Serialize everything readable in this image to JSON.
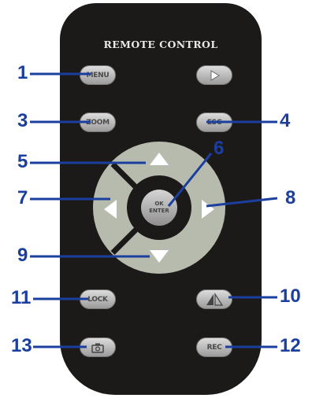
{
  "title": "REMOTE CONTROL",
  "buttons": {
    "menu": "MENU",
    "play": "play-icon",
    "zoom": "ZOOM",
    "esc": "ESC",
    "ok_line1": "OK",
    "ok_line2": "ENTER",
    "up": "arrow-up-icon",
    "down": "arrow-down-icon",
    "left": "arrow-left-icon",
    "right": "arrow-right-icon",
    "lock": "LOCK",
    "flip": "flip-icon",
    "camera": "camera-icon",
    "rec": "REC"
  },
  "callouts": [
    "1",
    "3",
    "5",
    "7",
    "9",
    "11",
    "13",
    "4",
    "6",
    "8",
    "10",
    "12"
  ],
  "colors": {
    "remote_body": "#1c1a19",
    "button": "#c4c4c4",
    "dpad_ring": "#b7bbae",
    "callout": "#1b3f9e"
  }
}
